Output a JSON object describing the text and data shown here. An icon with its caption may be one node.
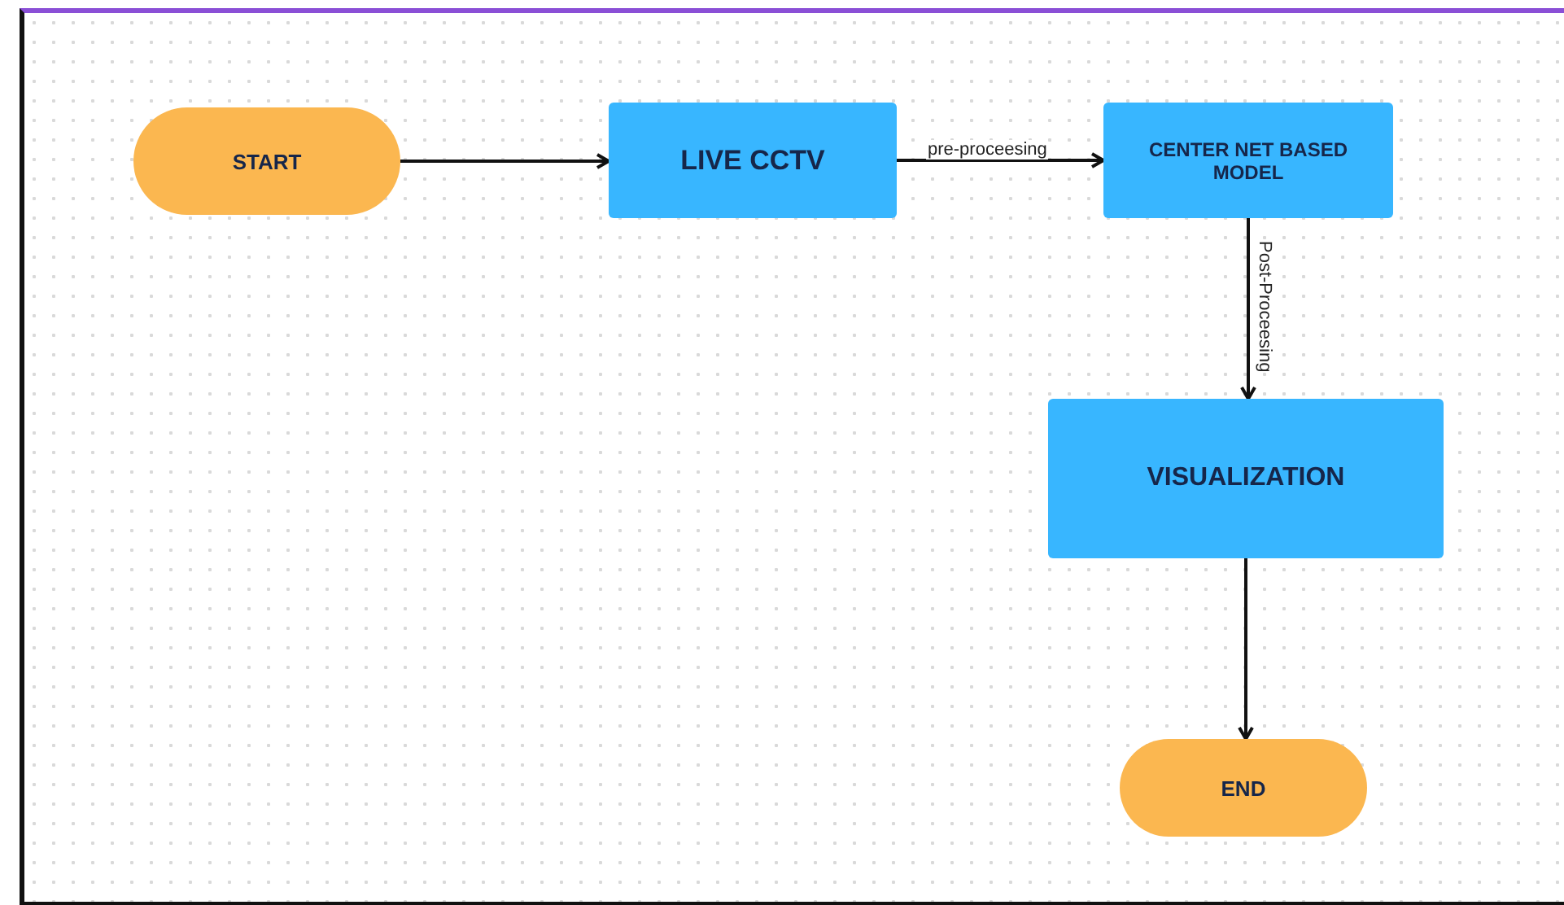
{
  "diagram": {
    "nodes": [
      {
        "text": [
          "START"
        ]
      },
      {
        "text": [
          "LIVE CCTV"
        ]
      },
      {
        "text": [
          "CENTER NET BASED MODEL"
        ]
      },
      {
        "text": [
          "VISUALIZATION"
        ]
      },
      {
        "text": [
          "END"
        ]
      }
    ],
    "edges": [
      {
        "from": 0,
        "to": 1,
        "arrow": "to"
      },
      {
        "from": 1,
        "to": 2,
        "arrow": "to",
        "label": "pre-proceesing"
      },
      {
        "from": 2,
        "to": 3,
        "arrow": "to",
        "label": "Post-Proceesing"
      },
      {
        "from": 3,
        "to": 4,
        "arrow": "to"
      }
    ]
  }
}
